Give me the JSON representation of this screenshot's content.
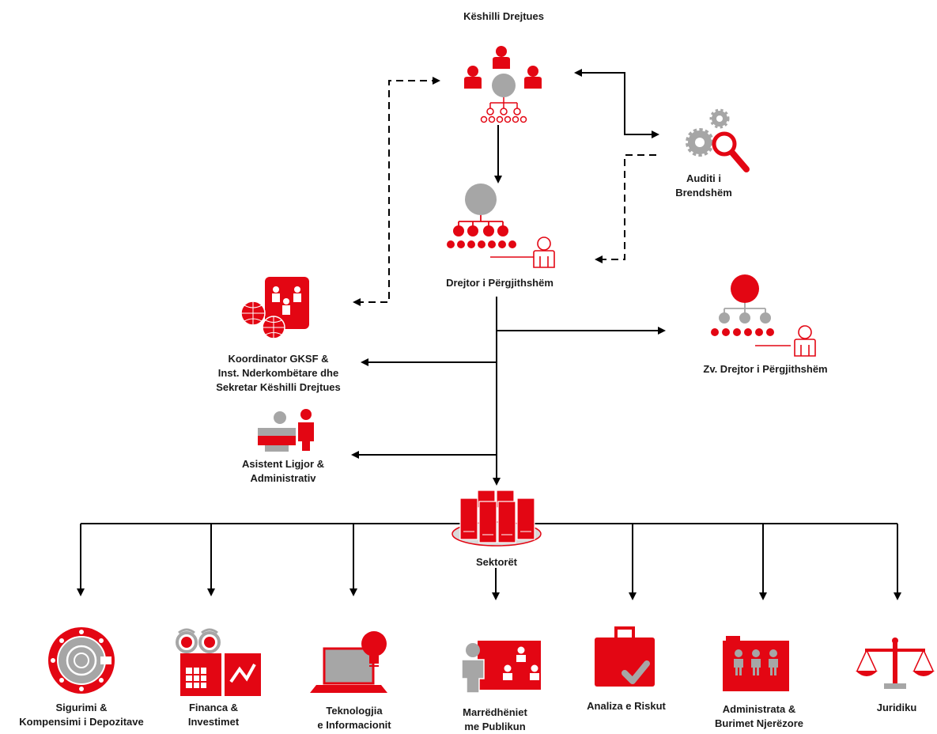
{
  "board": {
    "label": "Këshilli Drejtues"
  },
  "audit": {
    "line1": "Auditi i",
    "line2": "Brendshëm"
  },
  "director": {
    "label": "Drejtor i Përgjithshëm"
  },
  "deputy": {
    "label": "Zv. Drejtor i Përgjithshëm"
  },
  "coordinator": {
    "line1": "Koordinator GKSF &",
    "line2": "Inst. Nderkombëtare dhe",
    "line3": "Sekretar Këshilli Drejtues"
  },
  "assistant": {
    "line1": "Asistent Ligjor &",
    "line2": "Administrativ"
  },
  "sectors": {
    "label": "Sektorët"
  },
  "units": [
    {
      "line1": "Sigurimi &",
      "line2": "Kompensimi i Depozitave",
      "icon": "vault-icon"
    },
    {
      "line1": "Financa &",
      "line2": "Investimet",
      "icon": "finance-icon"
    },
    {
      "line1": "Teknologjia",
      "line2": "e Informacionit",
      "icon": "laptop-icon"
    },
    {
      "line1": "Marrëdhëniet",
      "line2": "me Publikun",
      "icon": "presentation-icon"
    },
    {
      "line1": "Analiza e Riskut",
      "line2": "",
      "icon": "briefcase-check-icon"
    },
    {
      "line1": "Administrata &",
      "line2": "Burimet Njerëzore",
      "icon": "team-folder-icon"
    },
    {
      "line1": "Juridiku",
      "line2": "",
      "icon": "scales-icon"
    }
  ],
  "colors": {
    "accent": "#e30613",
    "gray": "#a6a6a6",
    "line": "#000000"
  }
}
